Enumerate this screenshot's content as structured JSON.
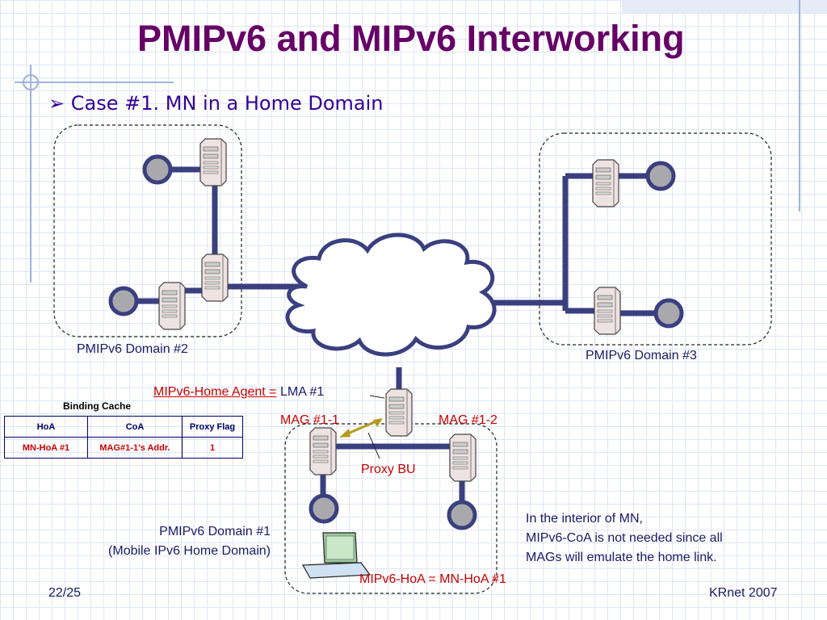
{
  "title": "PMIPv6 and MIPv6 Interworking",
  "bullet": {
    "marker": "➢",
    "text": "Case #1. MN in a Home Domain"
  },
  "labels": {
    "domain2": "PMIPv6 Domain #2",
    "domain3": "PMIPv6 Domain #3",
    "home_agent_prefix": "MIPv6-Home Agent =",
    "home_agent_value": "LMA #1",
    "mag11": "MAG #1-1",
    "mag12": "MAG #1-2",
    "proxy_bu": "Proxy BU",
    "domain1_line1": "PMIPv6 Domain #1",
    "domain1_line2": "(Mobile IPv6 Home Domain)",
    "hoa": "MIPv6-HoA = MN-HoA #1"
  },
  "note": {
    "line1": "In the interior of MN,",
    "line2": "MIPv6-CoA is not needed since all",
    "line3": "MAGs will emulate the home link."
  },
  "binding_cache": {
    "caption": "Binding Cache",
    "headers": [
      "HoA",
      "CoA",
      "Proxy Flag"
    ],
    "row": [
      "MN-HoA #1",
      "MAG#1-1’s Addr.",
      "1"
    ]
  },
  "footer": {
    "page": "22/25",
    "event": "KRnet 2007"
  },
  "colors": {
    "title": "#660066",
    "bullet": "#330099",
    "link": "#3a3f7f",
    "highlight": "#cc0000"
  }
}
